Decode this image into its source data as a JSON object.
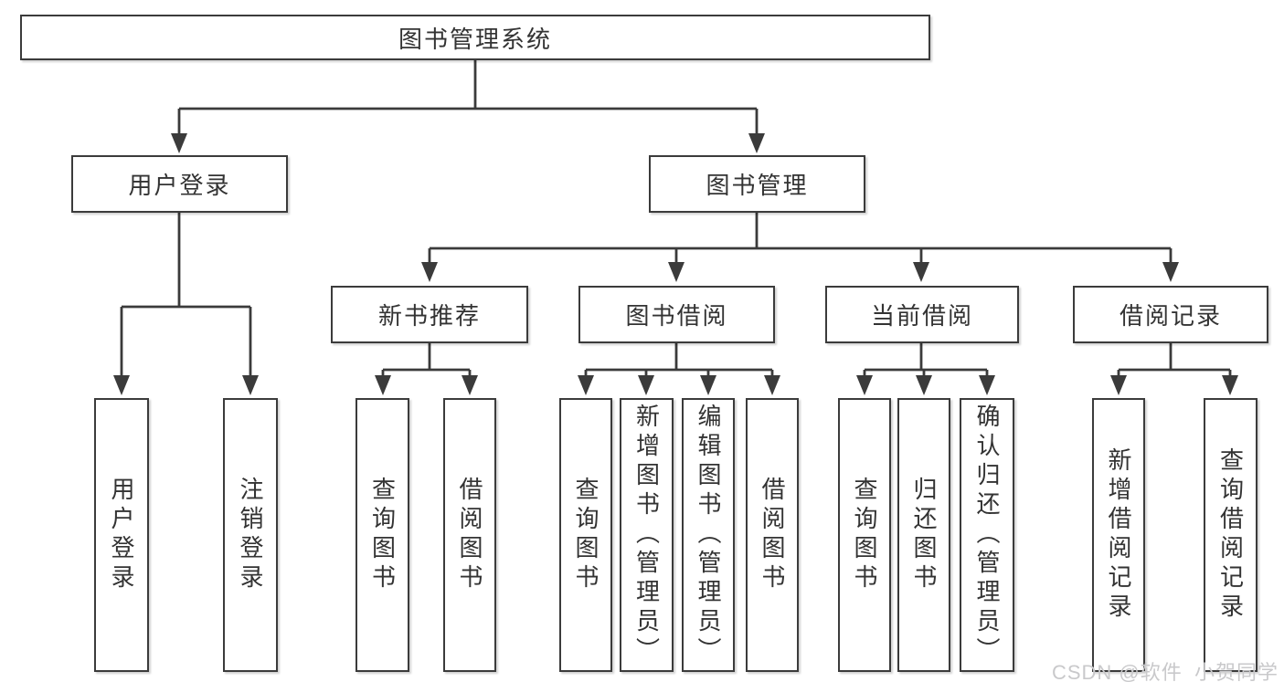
{
  "diagram": {
    "root_label": "图书管理系统",
    "user_login": {
      "label": "用户登录",
      "children": [
        "用户登录",
        "注销登录"
      ]
    },
    "book_management": {
      "label": "图书管理",
      "groups": [
        {
          "label": "新书推荐",
          "children": [
            "查询图书",
            "借阅图书"
          ]
        },
        {
          "label": "图书借阅",
          "children": [
            "查询图书",
            "新增图书（管理员）",
            "编辑图书（管理员）",
            "借阅图书"
          ]
        },
        {
          "label": "当前借阅",
          "children": [
            "查询图书",
            "归还图书",
            "确认归还（管理员）"
          ]
        },
        {
          "label": "借阅记录",
          "children": [
            "新增借阅记录",
            "查询借阅记录"
          ]
        }
      ]
    }
  },
  "watermark": {
    "text": "CSDN @软件_小贺同学",
    "color": "#c9c9cb"
  },
  "colors": {
    "line": "#3b3b3b",
    "box_border": "#3b3b3b",
    "box_fill": "#ffffff",
    "text": "#333333",
    "background": "#ffffff"
  }
}
